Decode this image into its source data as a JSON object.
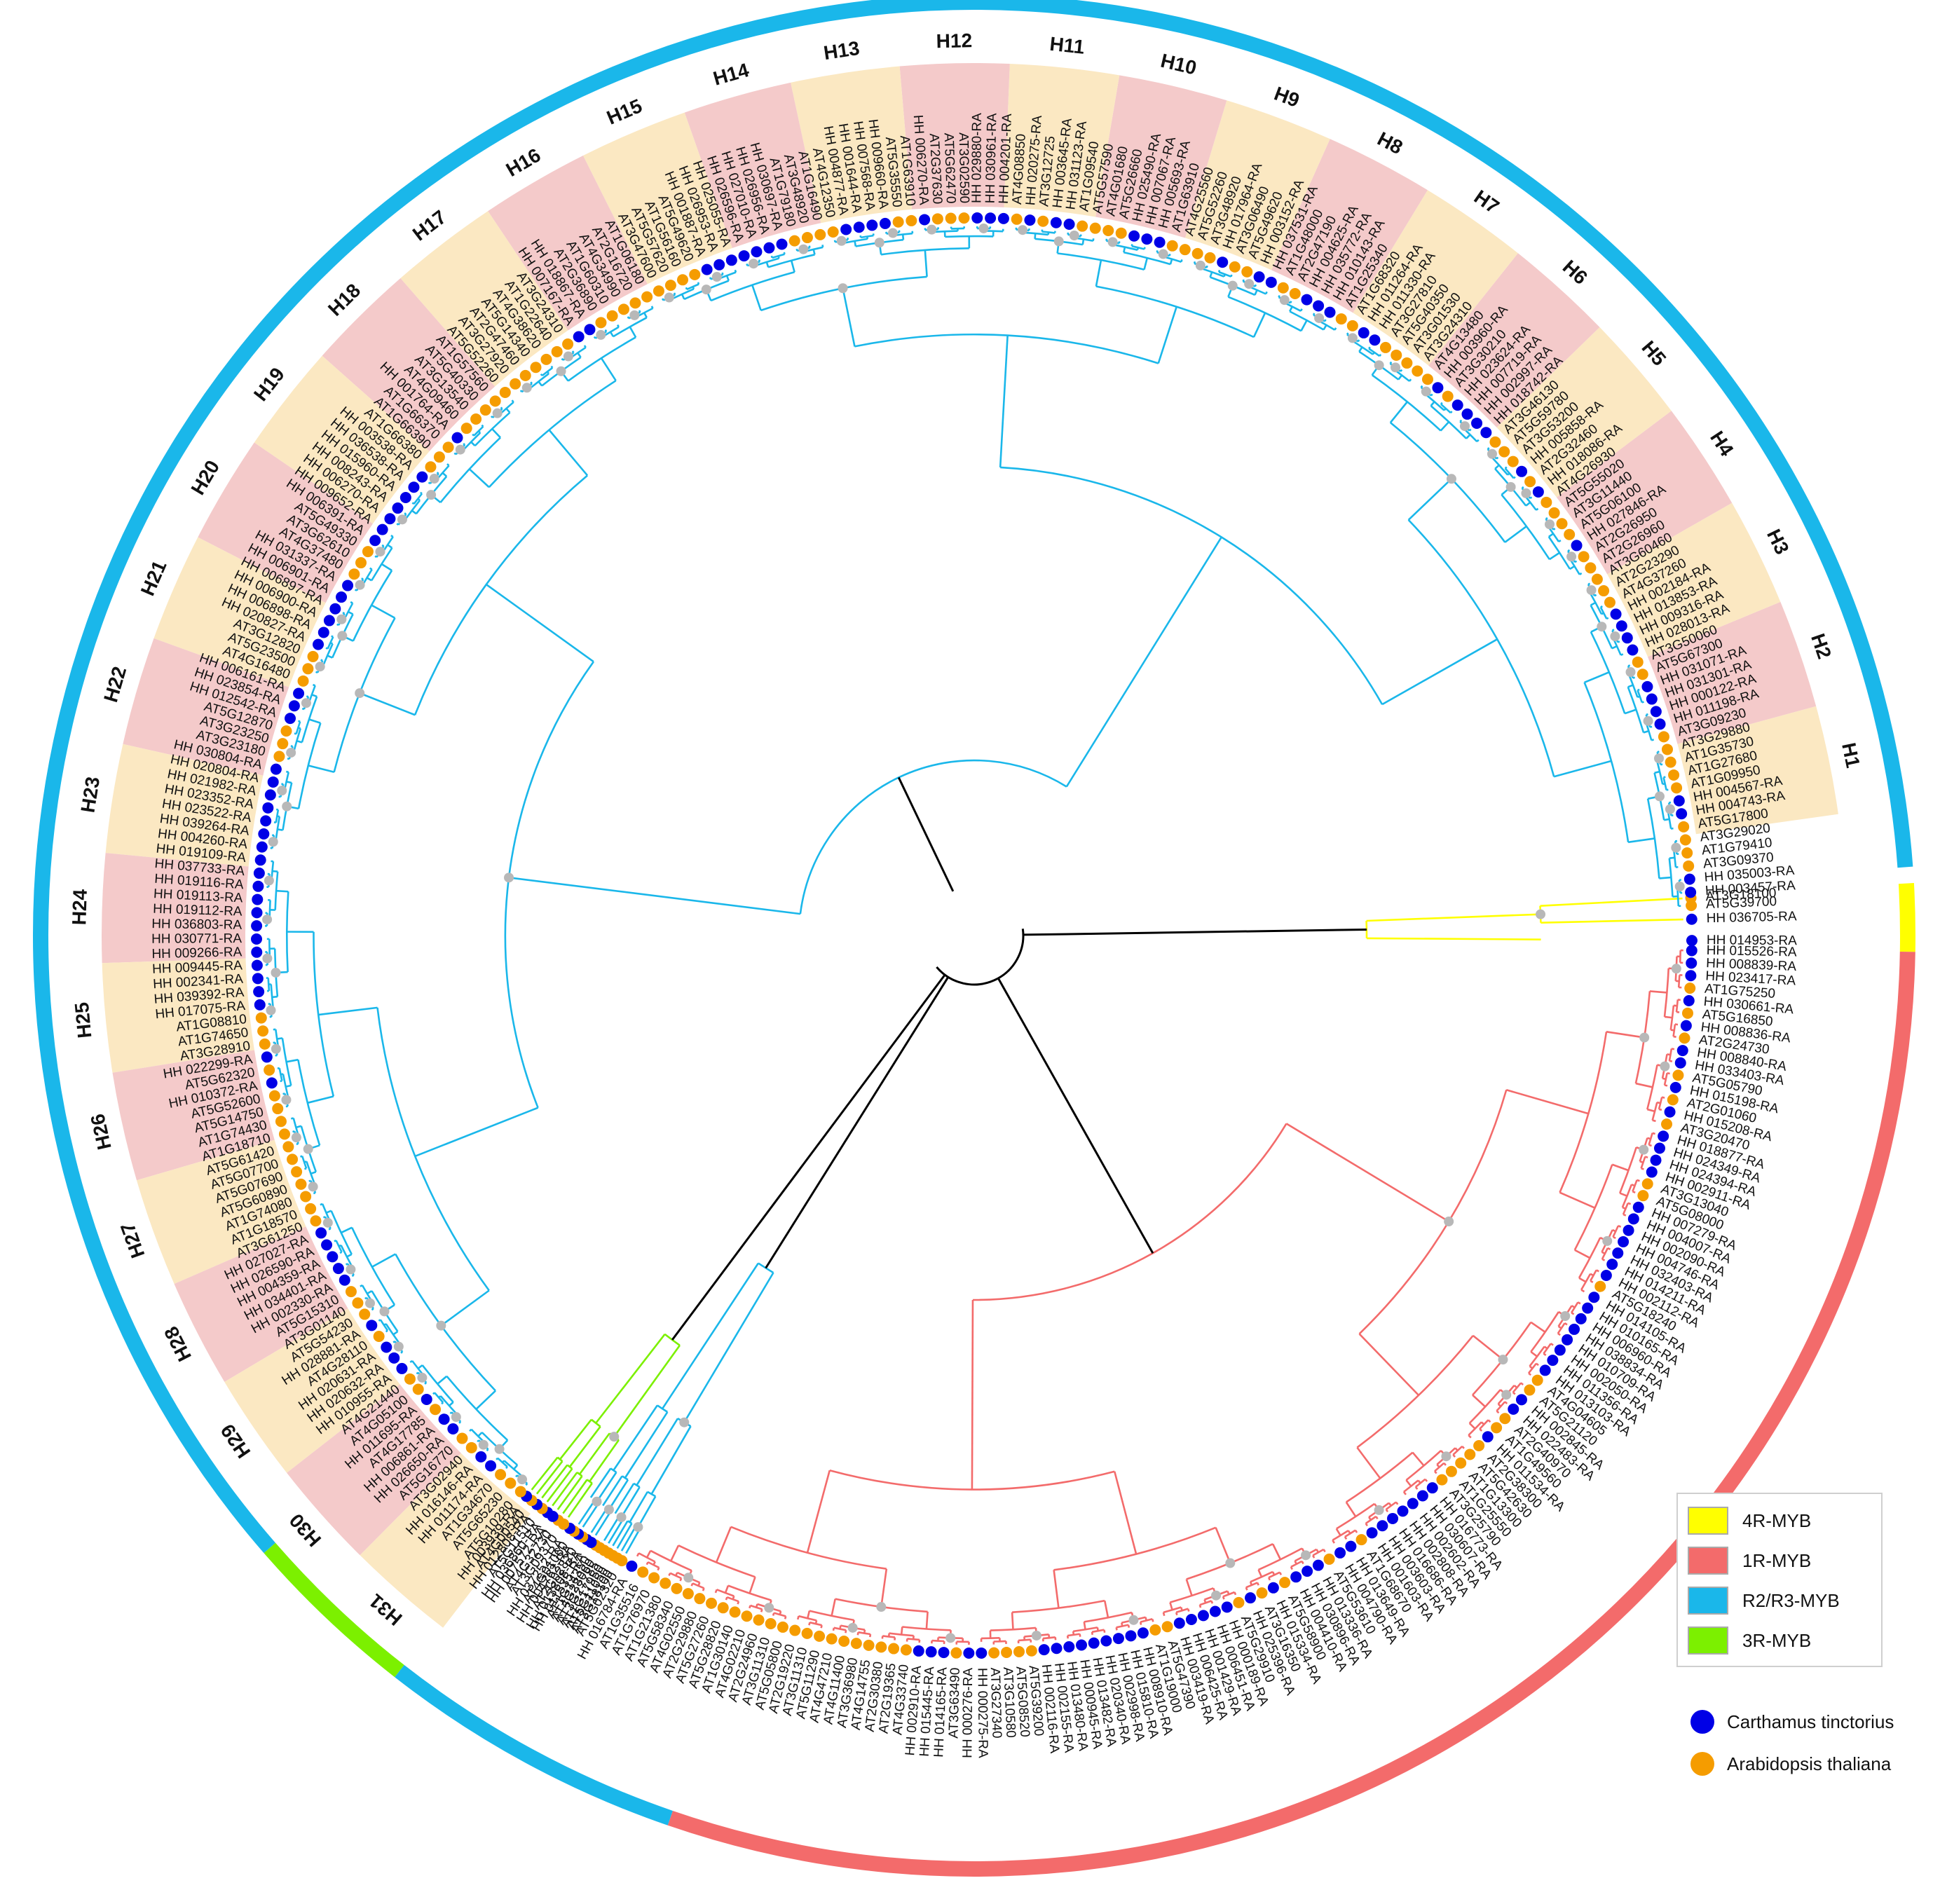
{
  "colors": {
    "r2r3": "#1ab7ea",
    "one_r": "#f36b6b",
    "three_r": "#7cf000",
    "four_r": "#ffff00",
    "carthamus": "#0000e6",
    "arabidopsis": "#f59c00",
    "clade_tan": "#fbe8c2",
    "clade_pink": "#f4caca",
    "bootstrap": "#b8b8b8"
  },
  "legend": {
    "classes": [
      {
        "label": "4R-MYB",
        "color": "#ffff00"
      },
      {
        "label": "1R-MYB",
        "color": "#f36b6b"
      },
      {
        "label": "R2/R3-MYB",
        "color": "#1ab7ea"
      },
      {
        "label": "3R-MYB",
        "color": "#7cf000"
      }
    ],
    "species": [
      {
        "label": "Carthamus tinctorius",
        "color": "#0000e6"
      },
      {
        "label": "Arabidopsis thaliana",
        "color": "#f59c00"
      }
    ]
  },
  "clades": [
    "H1",
    "H2",
    "H3",
    "H4",
    "H5",
    "H6",
    "H7",
    "H8",
    "H9",
    "H10",
    "H11",
    "H12",
    "H13",
    "H14",
    "H15",
    "H16",
    "H17",
    "H18",
    "H19",
    "H20",
    "H21",
    "H22",
    "H23",
    "H24",
    "H25",
    "H26",
    "H27",
    "H28",
    "H29",
    "H30",
    "H31"
  ],
  "leaves": {
    "r2r3_upper": [
      "AT5G10280",
      "AT5G65230",
      "AT1G34670",
      "HH 011174-RA",
      "HH 016146-RA",
      "AT3G02940",
      "AT5G16770",
      "HH 026650-RA",
      "HH 006861-RA",
      "AT4G17785",
      "HH 011695-RA",
      "AT4G05100",
      "AT4G21440",
      "HH 010955-RA",
      "HH 020632-RA",
      "HH 020631-RA",
      "AT4G28110",
      "HH 028881-RA",
      "AT5G54230",
      "AT3G01140",
      "AT5G15310",
      "HH 002330-RA",
      "HH 034401-RA",
      "HH 004359-RA",
      "HH 026590-RA",
      "HH 027027-RA",
      "AT3G61250",
      "AT1G18570",
      "AT1G74080",
      "AT5G60890",
      "AT5G07690",
      "AT5G07700",
      "AT5G61420",
      "AT1G18710",
      "AT1G74430",
      "AT5G14750",
      "AT5G52600",
      "HH 010372-RA",
      "AT5G62320",
      "HH 022299-RA",
      "AT3G28910",
      "AT1G74650",
      "AT1G08810",
      "HH 017075-RA",
      "HH 039392-RA",
      "HH 002341-RA",
      "HH 009445-RA",
      "HH 009266-RA",
      "HH 030771-RA",
      "HH 036803-RA",
      "HH 019112-RA",
      "HH 019113-RA",
      "HH 019116-RA",
      "HH 037733-RA",
      "HH 019109-RA",
      "HH 004260-RA",
      "HH 039264-RA",
      "HH 023522-RA",
      "HH 023352-RA",
      "HH 021982-RA",
      "HH 020804-RA",
      "HH 030804-RA",
      "AT3G23180",
      "AT3G23250",
      "AT5G12870",
      "HH 012542-RA",
      "HH 023854-RA",
      "HH 006161-RA",
      "AT4G16480",
      "AT5G23500",
      "AT3G12820",
      "HH 020827-RA",
      "HH 006898-RA",
      "HH 006900-RA",
      "HH 006897-RA",
      "HH 006901-RA",
      "HH 031337-RA",
      "AT4G37480",
      "AT3G62610",
      "AT5G49330",
      "HH 006391-RA",
      "HH 009652-RA",
      "HH 006270-RA",
      "HH 008243-RA",
      "HH 015960-RA",
      "HH 036538-RA",
      "HH 003538-RA",
      "AT1G66380",
      "AT1G66390",
      "AT1G66370",
      "HH 001764-RA",
      "AT4G09460",
      "AT3G13540",
      "AT5G40330",
      "AT1G57560",
      "AT5G52260",
      "AT3G27920",
      "AT2G47460",
      "AT5G14340",
      "AT4G38620",
      "AT1G22640",
      "AT3G24310",
      "HH 007167-RA",
      "HH 018867-RA",
      "AT2G36890",
      "AT1G60310",
      "AT4G34990",
      "AT2G16720",
      "AT1G06180",
      "AT3G47600",
      "AT5G57620",
      "AT1G56160",
      "AT5G49620",
      "HH 001887-RA",
      "HH 026953-RA",
      "HH 025055-RA",
      "HH 026596-RA",
      "HH 027010-RA",
      "HH 026956-RA",
      "HH 030697-RA",
      "AT1G79180",
      "AT3G48920",
      "AT1G16490",
      "AT4G12350",
      "HH 004877-RA",
      "HH 001644-RA",
      "HH 007568-RA",
      "HH 009660-RA",
      "AT5G35550",
      "AT1G63910",
      "HH 006270-RA",
      "AT2G37630",
      "AT5G62470",
      "AT3G02590",
      "HH 029880-RA",
      "HH 030961-RA",
      "HH 004201-RA",
      "AT4G08850",
      "HH 020275-RA",
      "AT3G12725",
      "HH 003645-RA",
      "HH 031123-RA",
      "AT1G09540",
      "AT5G57590",
      "AT4G01680",
      "AT5G26660",
      "HH 025490-RA",
      "HH 007067-RA",
      "HH 005693-RA",
      "AT1G63910",
      "AT4G25560",
      "AT5G52260",
      "AT3G48920",
      "HH 017964-RA",
      "AT3G06490",
      "AT5G49620",
      "HH 003152-RA",
      "HH 037531-RA",
      "AT1G48000",
      "AT2G47190",
      "HH 004625-RA",
      "HH 035772-RA",
      "HH 010143-RA",
      "AT1G25340",
      "AT1G68320",
      "HH 011264-RA",
      "HH 011330-RA",
      "AT3G27810",
      "AT5G40350",
      "AT3G01530",
      "AT3G24310",
      "AT4G13480",
      "HH 003960-RA",
      "AT3G30210",
      "HH 023624-RA",
      "HH 007719-RA",
      "HH 002997-RA",
      "HH 018742-RA",
      "AT3G46130",
      "AT5G59780",
      "AT3G53200",
      "HH 005858-RA",
      "AT2G32460",
      "HH 018086-RA",
      "AT4G26930",
      "AT5G55020",
      "AT3G11440",
      "AT5G06100",
      "HH 027846-RA",
      "AT2G26950",
      "AT2G26960",
      "AT3G60460",
      "AT2G23290",
      "AT4G37260",
      "HH 002184-RA",
      "HH 013853-RA",
      "HH 009316-RA",
      "HH 028013-RA",
      "AT3G50060",
      "AT5G67300",
      "HH 031071-RA",
      "HH 031301-RA",
      "HH 000122-RA",
      "HH 011198-RA",
      "AT3G09230",
      "AT3G29880",
      "AT1G35730",
      "AT1G27680",
      "AT1G09950",
      "HH 004567-RA",
      "HH 004743-RA",
      "AT5G17800",
      "AT3G29020",
      "AT1G79410",
      "AT3G09370",
      "HH 035003-RA",
      "HH 003457-RA",
      "AT5G39700"
    ],
    "three_r": [
      "AT3G09370",
      "AT4G32730",
      "HH 007572-RA",
      "HH 036860-RA",
      "AT5G11510",
      "HH 012808-RA",
      "AT4G00540",
      "HH 003939-RA"
    ],
    "r2r3_lower": [
      "AT5G02320",
      "AT3G18100",
      "AT5G11050",
      "AT1G17950",
      "AT3G27785",
      "AT4G28060",
      "AT1G14350",
      "HH 011535-RA",
      "HH 013808-RA",
      "AT2G02820",
      "HH 004762-RA",
      "AT4G01060",
      "HH 037252-RA"
    ],
    "one_r": [
      "HH 015526-RA",
      "HH 008839-RA",
      "HH 023417-RA",
      "AT1G75250",
      "HH 030661-RA",
      "AT5G16850",
      "HH 008836-RA",
      "AT2G24730",
      "HH 008840-RA",
      "HH 033403-RA",
      "AT5G05790",
      "HH 015198-RA",
      "AT2G01060",
      "HH 015208-RA",
      "AT3G20470",
      "HH 018877-RA",
      "HH 024349-RA",
      "HH 024394-RA",
      "HH 002911-RA",
      "AT3G13040",
      "AT5G08000",
      "HH 007279-RA",
      "HH 004007-RA",
      "HH 002090-RA",
      "HH 004746-RA",
      "HH 032403-RA",
      "HH 014211-RA",
      "HH 002112-RA",
      "AT5G18240",
      "HH 014105-RA",
      "HH 010165-RA",
      "HH 006960-RA",
      "HH 038834-RA",
      "HH 010709-RA",
      "HH 002050-RA",
      "HH 011356-RA",
      "HH 013103-RA",
      "AT4G04605",
      "AT5G21120",
      "HH 002845-RA",
      "HH 022483-RA",
      "AT2G40970",
      "AT1G49560",
      "HH 011534-RA",
      "AT2G38300",
      "AT5G42630",
      "AT1G13300",
      "AT1G25550",
      "AT3G25790",
      "HH 016773-RA",
      "HH 030607-RA",
      "HH 002602-RA",
      "HH 002808-RA",
      "HH 016686-RA",
      "HH 003603-RA",
      "HH 001603-RA",
      "AT1G68670",
      "HH 013649-RA",
      "HH 004790-RA",
      "AT5G53610",
      "HH 013336-RA",
      "HH 030896-RA",
      "HH 004410-RA",
      "AT5G58900",
      "HH 015334-RA",
      "AT3G16350",
      "HH 025396-RA",
      "AT5G29910",
      "HH 000189-RA",
      "HH 006451-RA",
      "HH 001429-RA",
      "HH 006425-RA",
      "HH 003419-RA",
      "AT5G47390",
      "AT1G19000",
      "HH 008910-RA",
      "HH 015810-RA",
      "HH 002998-RA",
      "HH 020340-RA",
      "HH 013482-RA",
      "HH 000945-RA",
      "HH 013480-RA",
      "HH 002155-RA",
      "HH 002116-RA",
      "AT5G39200",
      "AT5G08520",
      "AT3G10580",
      "AT3G27340",
      "HH 000275-RA",
      "HH 000276-RA",
      "AT3G63490",
      "HH 014165-RA",
      "HH 015445-RA",
      "HH 002910-RA",
      "AT4G33740",
      "AT2G19365",
      "AT2G30380",
      "AT4G14755",
      "AT3G36980",
      "AT4G11400",
      "AT4G47210",
      "AT5G11290",
      "AT3G11310",
      "AT2G19220",
      "AT5G05800",
      "AT3G11310",
      "AT2G24960",
      "AT4G02210",
      "AT1G30140",
      "AT5G28820",
      "AT5G27260",
      "AT2G29880",
      "AT4G02550",
      "AT5G58340",
      "AT1G21380",
      "AT1G76970",
      "AT1G35516",
      "HH 016784-RA"
    ],
    "four_r": [
      "AT3G18100",
      "HH 036705-RA",
      "HH 014953-RA"
    ]
  }
}
